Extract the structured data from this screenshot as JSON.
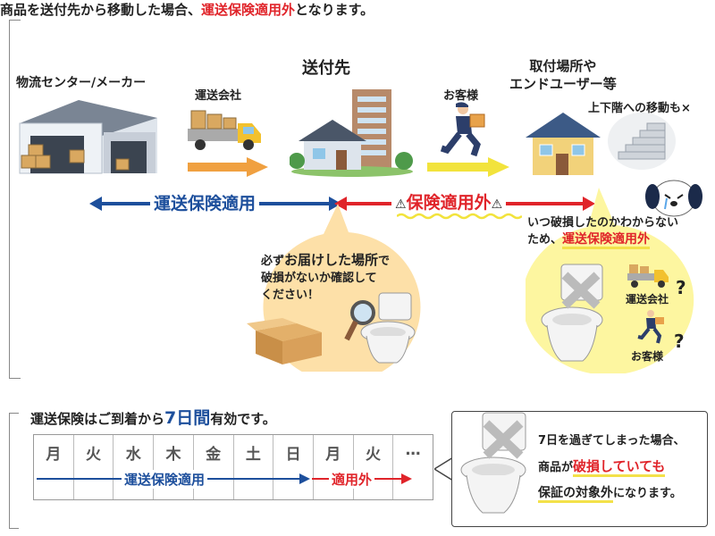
{
  "notice_top": {
    "prefix": "商品を送付先から移動した場合、",
    "highlight": "運送保険適用外",
    "suffix": "となります。"
  },
  "labels": {
    "distribution": "物流センター/メーカー",
    "carrier": "運送会社",
    "destination": "送付先",
    "customer": "お客様",
    "install_line1": "取付場所や",
    "install_line2": "エンドユーザー等",
    "floor_note": "上下階への移動も×"
  },
  "arrows": {
    "covered": "運送保険適用",
    "not_covered": "保険適用外"
  },
  "bubble_left": {
    "line1_pre": "必ず",
    "line1_big": "お届けした場所",
    "line1_post": "で",
    "line2": "破損がないか確認して",
    "line3": "ください！"
  },
  "bubble_right": {
    "line1": "いつ破損したのかわからない",
    "line2_pre": "ため、",
    "line2_red": "運送保険適用外",
    "carrier": "運送会社",
    "customer": "お客様",
    "q": "?"
  },
  "notice_bottom": {
    "prefix": "運送保険はご到着から",
    "days": "7日間",
    "suffix": "有効です。"
  },
  "week": {
    "days": [
      "月",
      "火",
      "水",
      "木",
      "金",
      "土",
      "日",
      "月",
      "火",
      "…"
    ],
    "covered_label": "運送保険適用",
    "not_covered_label": "適用外"
  },
  "callout": {
    "line1": "7日を過ぎてしまった場合、",
    "line2_pre": "商品が",
    "line2_red": "破損していても",
    "line3_hl": "保証の対象外",
    "line3_post": "になります。"
  },
  "colors": {
    "blue": "#1d4f9c",
    "red": "#e0242a",
    "orange": "#f0a040",
    "yellow": "#f2e33c",
    "bubble_orange": "#fde0a8",
    "bubble_yellow": "#fdf6a0"
  },
  "icons": [
    "warehouse-icon",
    "truck-icon",
    "house-icon",
    "building-icon",
    "running-person-icon",
    "stairs-icon",
    "crying-dog-icon",
    "warning-icon",
    "cardboard-box-icon",
    "magnifier-icon",
    "toilet-icon"
  ]
}
